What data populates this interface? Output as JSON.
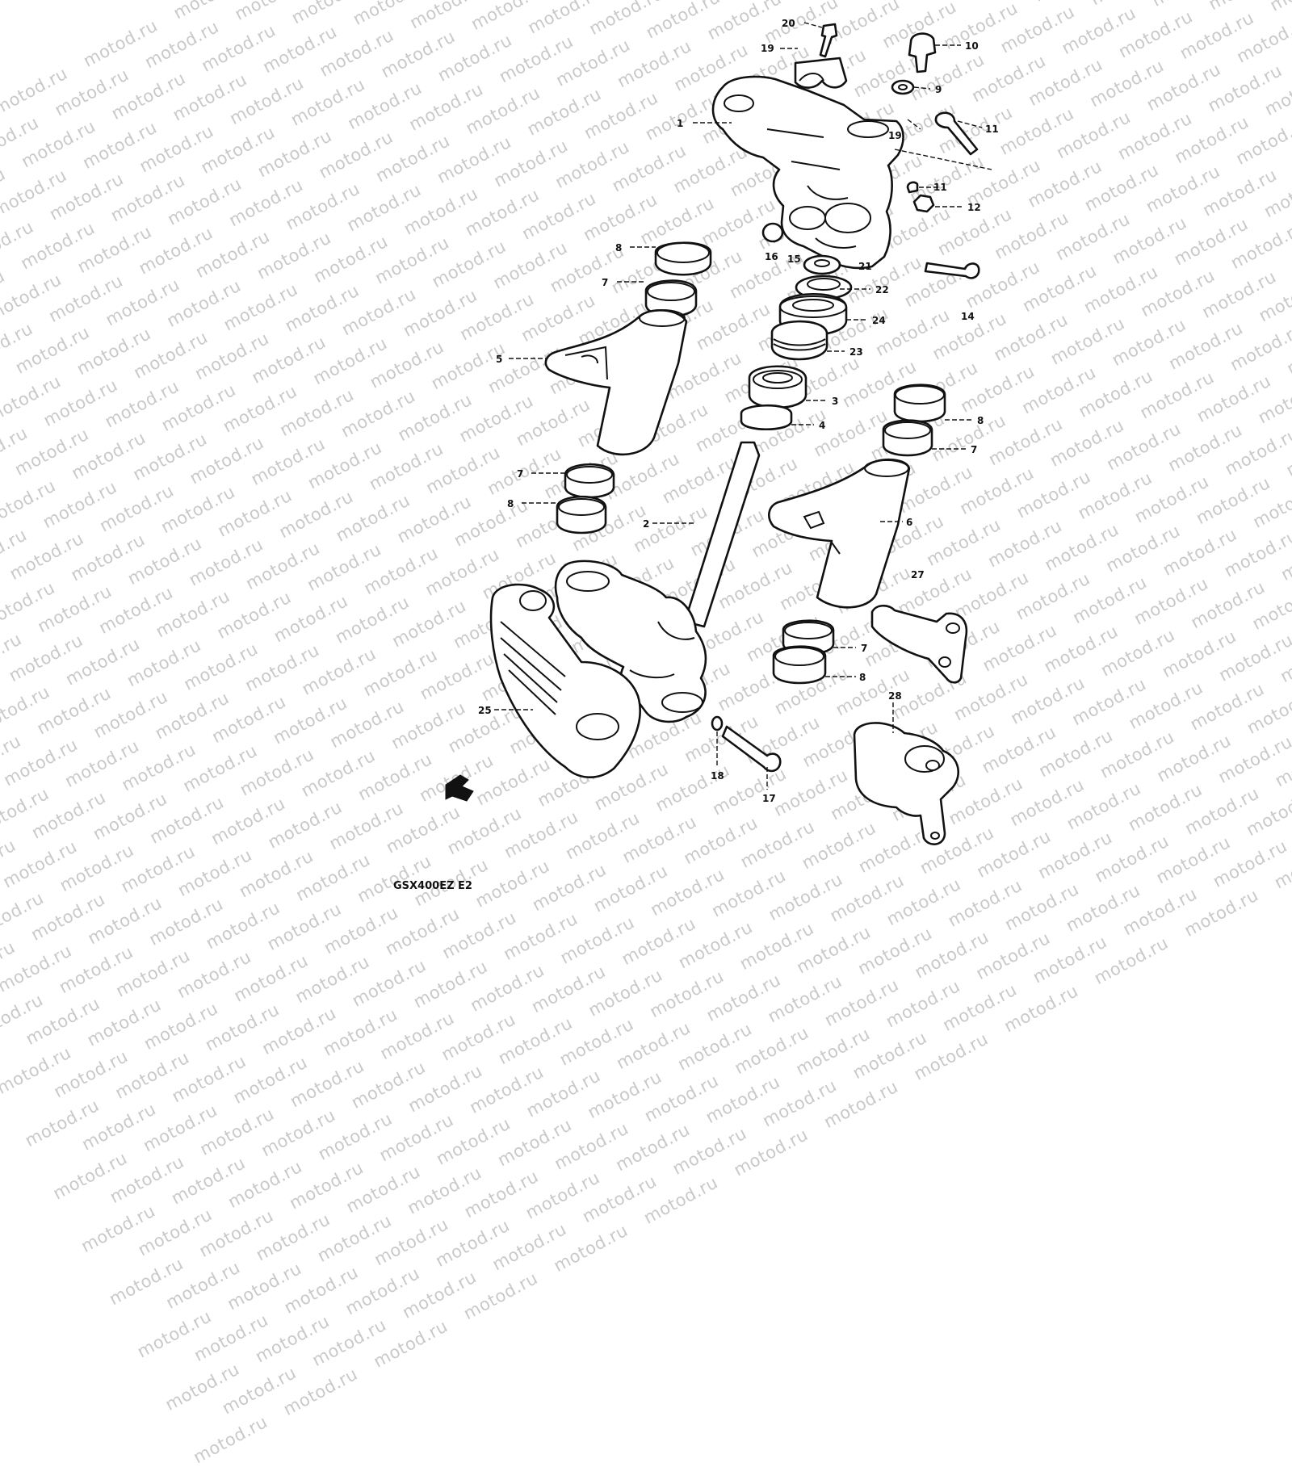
{
  "watermark": {
    "text": "motod.ru"
  },
  "diagram": {
    "caption": "GSX400EZ E2",
    "callouts": [
      {
        "id": "c20",
        "label": "20"
      },
      {
        "id": "c19a",
        "label": "19"
      },
      {
        "id": "c10",
        "label": "10"
      },
      {
        "id": "c9",
        "label": "9"
      },
      {
        "id": "c1a",
        "label": "1"
      },
      {
        "id": "c19b",
        "label": "19"
      },
      {
        "id": "c11a",
        "label": "11"
      },
      {
        "id": "c11b",
        "label": "11"
      },
      {
        "id": "c12",
        "label": "12"
      },
      {
        "id": "c16",
        "label": "16"
      },
      {
        "id": "c15",
        "label": "15"
      },
      {
        "id": "c21",
        "label": "21"
      },
      {
        "id": "c22",
        "label": "22"
      },
      {
        "id": "c24",
        "label": "24"
      },
      {
        "id": "c23",
        "label": "23"
      },
      {
        "id": "c14",
        "label": "14"
      },
      {
        "id": "c8a",
        "label": "8"
      },
      {
        "id": "c7a",
        "label": "7"
      },
      {
        "id": "c5",
        "label": "5"
      },
      {
        "id": "c3",
        "label": "3"
      },
      {
        "id": "c4",
        "label": "4"
      },
      {
        "id": "c8b",
        "label": "8"
      },
      {
        "id": "c7b",
        "label": "7"
      },
      {
        "id": "c7c",
        "label": "7"
      },
      {
        "id": "c8c",
        "label": "8"
      },
      {
        "id": "c2",
        "label": "2"
      },
      {
        "id": "c6",
        "label": "6"
      },
      {
        "id": "c27",
        "label": "27"
      },
      {
        "id": "c7d",
        "label": "7"
      },
      {
        "id": "c8d",
        "label": "8"
      },
      {
        "id": "c25",
        "label": "25"
      },
      {
        "id": "c28",
        "label": "28"
      },
      {
        "id": "c18",
        "label": "18"
      },
      {
        "id": "c17",
        "label": "17"
      }
    ]
  }
}
